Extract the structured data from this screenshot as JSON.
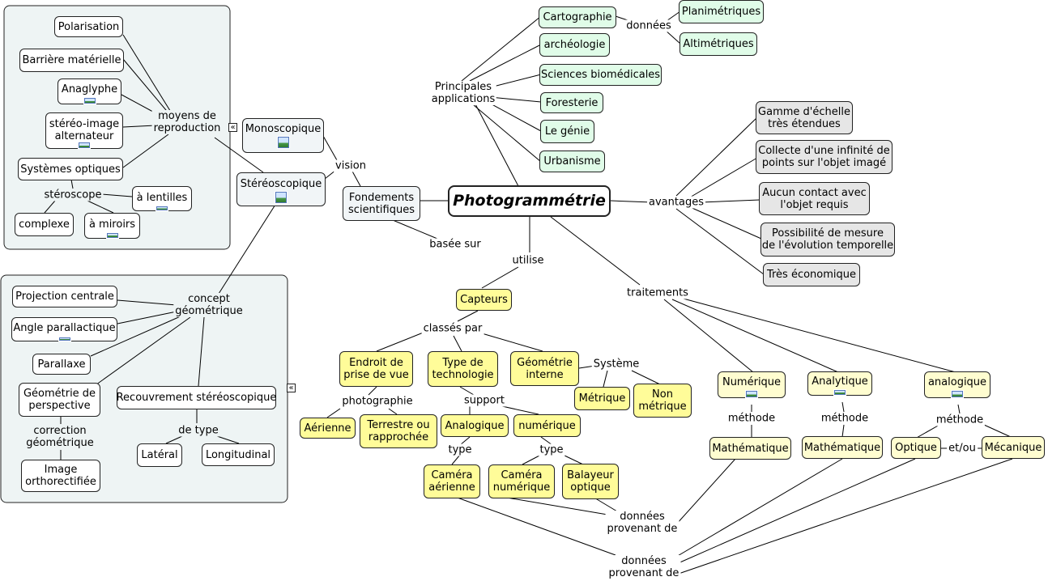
{
  "nodes": {
    "photogrammetrie": "Photogrammétrie",
    "cartographie": "Cartographie",
    "archeologie": "archéologie",
    "sciences_bio": "Sciences biomédicales",
    "foresterie": "Foresterie",
    "genie": "Le génie",
    "urbanisme": "Urbanisme",
    "planimetriques": "Planimétriques",
    "altimetriques": "Altimétriques",
    "gamme_1": "Gamme d'échelle",
    "gamme_2": "très étendues",
    "collecte_1": "Collecte d'une infinité de",
    "collecte_2": "points sur l'objet imagé",
    "aucun_1": "Aucun contact avec",
    "aucun_2": "l'objet requis",
    "possibilite_1": "Possibilité de mesure",
    "possibilite_2": "de l'évolution temporelle",
    "economique": "Très économique",
    "fondements_1": "Fondements",
    "fondements_2": "scientifiques",
    "monoscopique": "Monoscopique",
    "stereoscopique": "Stéréoscopique",
    "polarisation": "Polarisation",
    "barriere": "Barrière matérielle",
    "anaglyphe": "Anaglyphe",
    "stereo_image_1": "stéréo-image",
    "stereo_image_2": "alternateur",
    "systemes_optiques": "Systèmes optiques",
    "lentilles": "à lentilles",
    "complexe": "complexe",
    "miroirs": "à miroirs",
    "projection_centrale": "Projection centrale",
    "angle_parallactique": "Angle parallactique",
    "parallaxe": "Parallaxe",
    "geom_persp_1": "Géométrie de",
    "geom_persp_2": "perspective",
    "recouvrement": "Recouvrement stéréoscopique",
    "lateral": "Latéral",
    "longitudinal": "Longitudinal",
    "image_ortho_1": "Image",
    "image_ortho_2": "orthorectifiée",
    "capteurs": "Capteurs",
    "endroit_1": "Endroit de",
    "endroit_2": "prise de vue",
    "type_techno_1": "Type de",
    "type_techno_2": "technologie",
    "geom_interne_1": "Géométrie",
    "geom_interne_2": "interne",
    "metrique": "Métrique",
    "non_metrique_1": "Non",
    "non_metrique_2": "métrique",
    "aerienne": "Aérienne",
    "terrestre_1": "Terrestre ou",
    "terrestre_2": "rapprochée",
    "analogique_cap": "Analogique",
    "numerique_cap": "numérique",
    "camera_aerienne_1": "Caméra",
    "camera_aerienne_2": "aérienne",
    "camera_numerique_1": "Caméra",
    "camera_numerique_2": "numérique",
    "balayeur_1": "Balayeur",
    "balayeur_2": "optique",
    "numerique_trt": "Numérique",
    "analytique_trt": "Analytique",
    "analogique_trt": "analogique",
    "mathematique_1": "Mathématique",
    "mathematique_2": "Mathématique",
    "optique": "Optique",
    "mecanique": "Mécanique"
  },
  "links": {
    "principales_1": "Principales",
    "principales_2": "applications",
    "donnees": "données",
    "avantages": "avantages",
    "vision": "vision",
    "basee_sur": "basée sur",
    "utilise": "utilise",
    "moyens_1": "moyens de",
    "moyens_2": "reproduction",
    "steroscope": "stéroscope",
    "concept_1": "concept",
    "concept_2": "géométrique",
    "correction_1": "correction",
    "correction_2": "géométrique",
    "de_type": "de type",
    "classes_par": "classés par",
    "photographie": "photographie",
    "support": "support",
    "systeme": "Système",
    "type_a": "type",
    "type_b": "type",
    "traitements": "traitements",
    "methode_1": "méthode",
    "methode_2": "méthode",
    "methode_3": "méthode",
    "et_ou": "et/ou",
    "provenant_a_1": "données",
    "provenant_a_2": "provenant de",
    "provenant_b_1": "données",
    "provenant_b_2": "provenant de"
  },
  "icons": {
    "image_icon": "image-icon",
    "collapse_icon": "collapse-left-icon"
  },
  "colors": {
    "application_nodes": "#e0fce8",
    "sensor_nodes": "#fffc99",
    "treatment_nodes": "#fffdd0",
    "advantage_nodes": "#e6e6e6",
    "group_background": "#eef4f4"
  }
}
